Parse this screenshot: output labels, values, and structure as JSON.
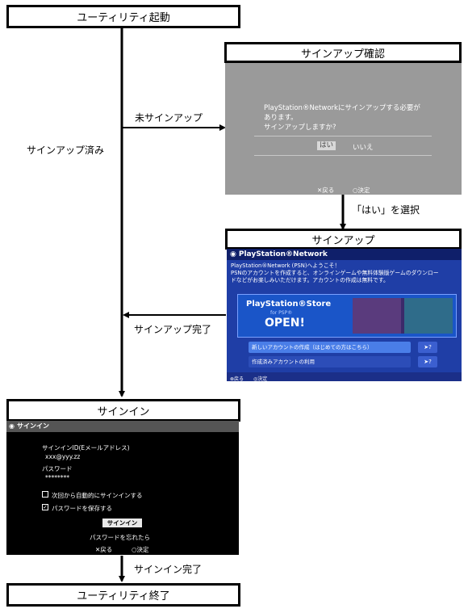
{
  "nodes": {
    "start": "ユーティリティ起動",
    "confirm": "サインアップ確認",
    "signup": "サインアップ",
    "signin": "サインイン",
    "end": "ユーティリティ終了"
  },
  "edges": {
    "not_signed_up": "未サインアップ",
    "signed_up": "サインアップ済み",
    "select_yes": "「はい」を選択",
    "signup_done": "サインアップ完了",
    "signin_done": "サインイン完了"
  },
  "confirm_screen": {
    "message_1": "PlayStation®Networkにサインアップする必要が",
    "message_2": "あります。",
    "message_3": "サインアップしますか?",
    "yes": "はい",
    "no": "いいえ",
    "back": "戻る",
    "ok": "決定"
  },
  "signup_screen": {
    "header": "PlayStation®Network",
    "intro_1": "PlayStation®Network (PSN)へようこそ！",
    "intro_2": "PSNのアカウントを作成すると、オンラインゲームや無料体験版ゲームのダウンロー",
    "intro_3": "ドなどがお楽しみいただけます。アカウントの作成は無料です。",
    "store_name": "PlayStation®Store",
    "store_platform": "for PSP®",
    "store_open": "OPEN!",
    "option_new": "新しいアカウントの作成（はじめての方はこちら）",
    "option_existing": "作成済みアカウントの利用",
    "help": "?",
    "back": "戻る",
    "ok": "決定"
  },
  "signin_screen": {
    "header": "サインイン",
    "id_label": "サインインID(Eメールアドレス)",
    "id_value": "xxx@yyy.zz",
    "password_label": "パスワード",
    "password_value": "********",
    "auto_signin": "次回から自動的にサインインする",
    "save_password": "パスワードを保存する",
    "signin_button": "サインイン",
    "forgot": "パスワードを忘れたら",
    "back": "戻る",
    "ok": "決定"
  }
}
